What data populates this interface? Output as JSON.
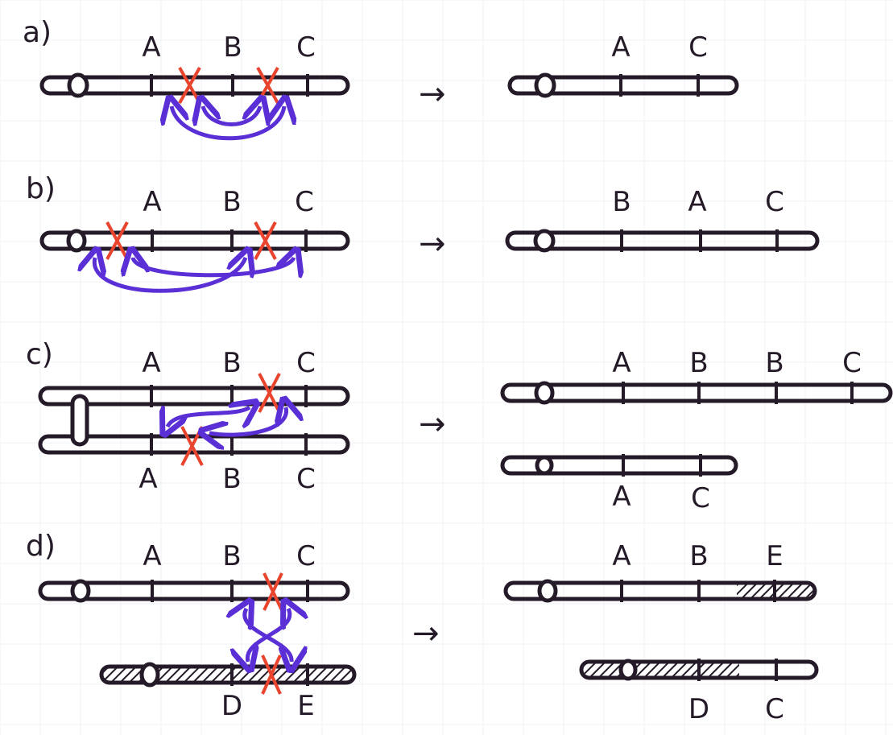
{
  "panels": [
    {
      "label": "a)",
      "left": {
        "top_markers": [
          "A",
          "B",
          "C"
        ]
      },
      "arrow": "→",
      "right": {
        "top_markers": [
          "A",
          "C"
        ]
      }
    },
    {
      "label": "b)",
      "left": {
        "top_markers": [
          "A",
          "B",
          "C"
        ]
      },
      "arrow": "→",
      "right": {
        "top_markers": [
          "B",
          "A",
          "C"
        ]
      }
    },
    {
      "label": "c)",
      "left": {
        "top_markers": [
          "A",
          "B",
          "C"
        ],
        "bottom_markers": [
          "A",
          "B",
          "C"
        ]
      },
      "arrow": "→",
      "right": {
        "top_markers": [
          "A",
          "B",
          "B",
          "C"
        ],
        "bottom_markers": [
          "A",
          "C"
        ]
      }
    },
    {
      "label": "d)",
      "left": {
        "top_markers": [
          "A",
          "B",
          "C"
        ],
        "bottom_markers": [
          "D",
          "E"
        ]
      },
      "arrow": "→",
      "right": {
        "top_markers": [
          "A",
          "B",
          "E"
        ],
        "bottom_markers": [
          "D",
          "C"
        ]
      }
    }
  ],
  "colors": {
    "ink": "#241a28",
    "cross": "#e8442e",
    "arc": "#5a2fd6",
    "grid": "#eef0f3"
  }
}
